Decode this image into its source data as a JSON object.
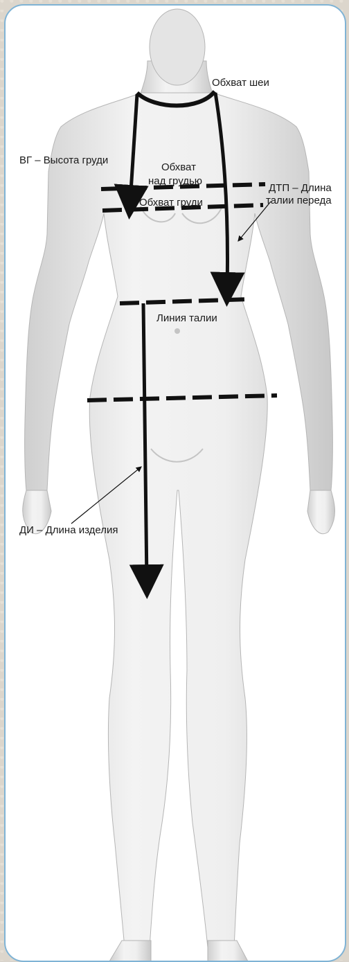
{
  "labels": {
    "neck": "Обхват шеи",
    "bust_height": "ВГ – Высота груди",
    "above_bust_line1": "Обхват",
    "above_bust_line2": "над грудью",
    "bust": "Обхват груди",
    "front_waist_line1": "ДТП – Длина",
    "front_waist_line2": "талии переда",
    "waist": "Линия талии",
    "garment_length": "ДИ – Длина изделия"
  },
  "colors": {
    "frame_border": "#7fb3d5",
    "mannequin": "#e9e9e9",
    "mannequin_shade": "#c9c9c9",
    "measure_line": "#111111"
  }
}
